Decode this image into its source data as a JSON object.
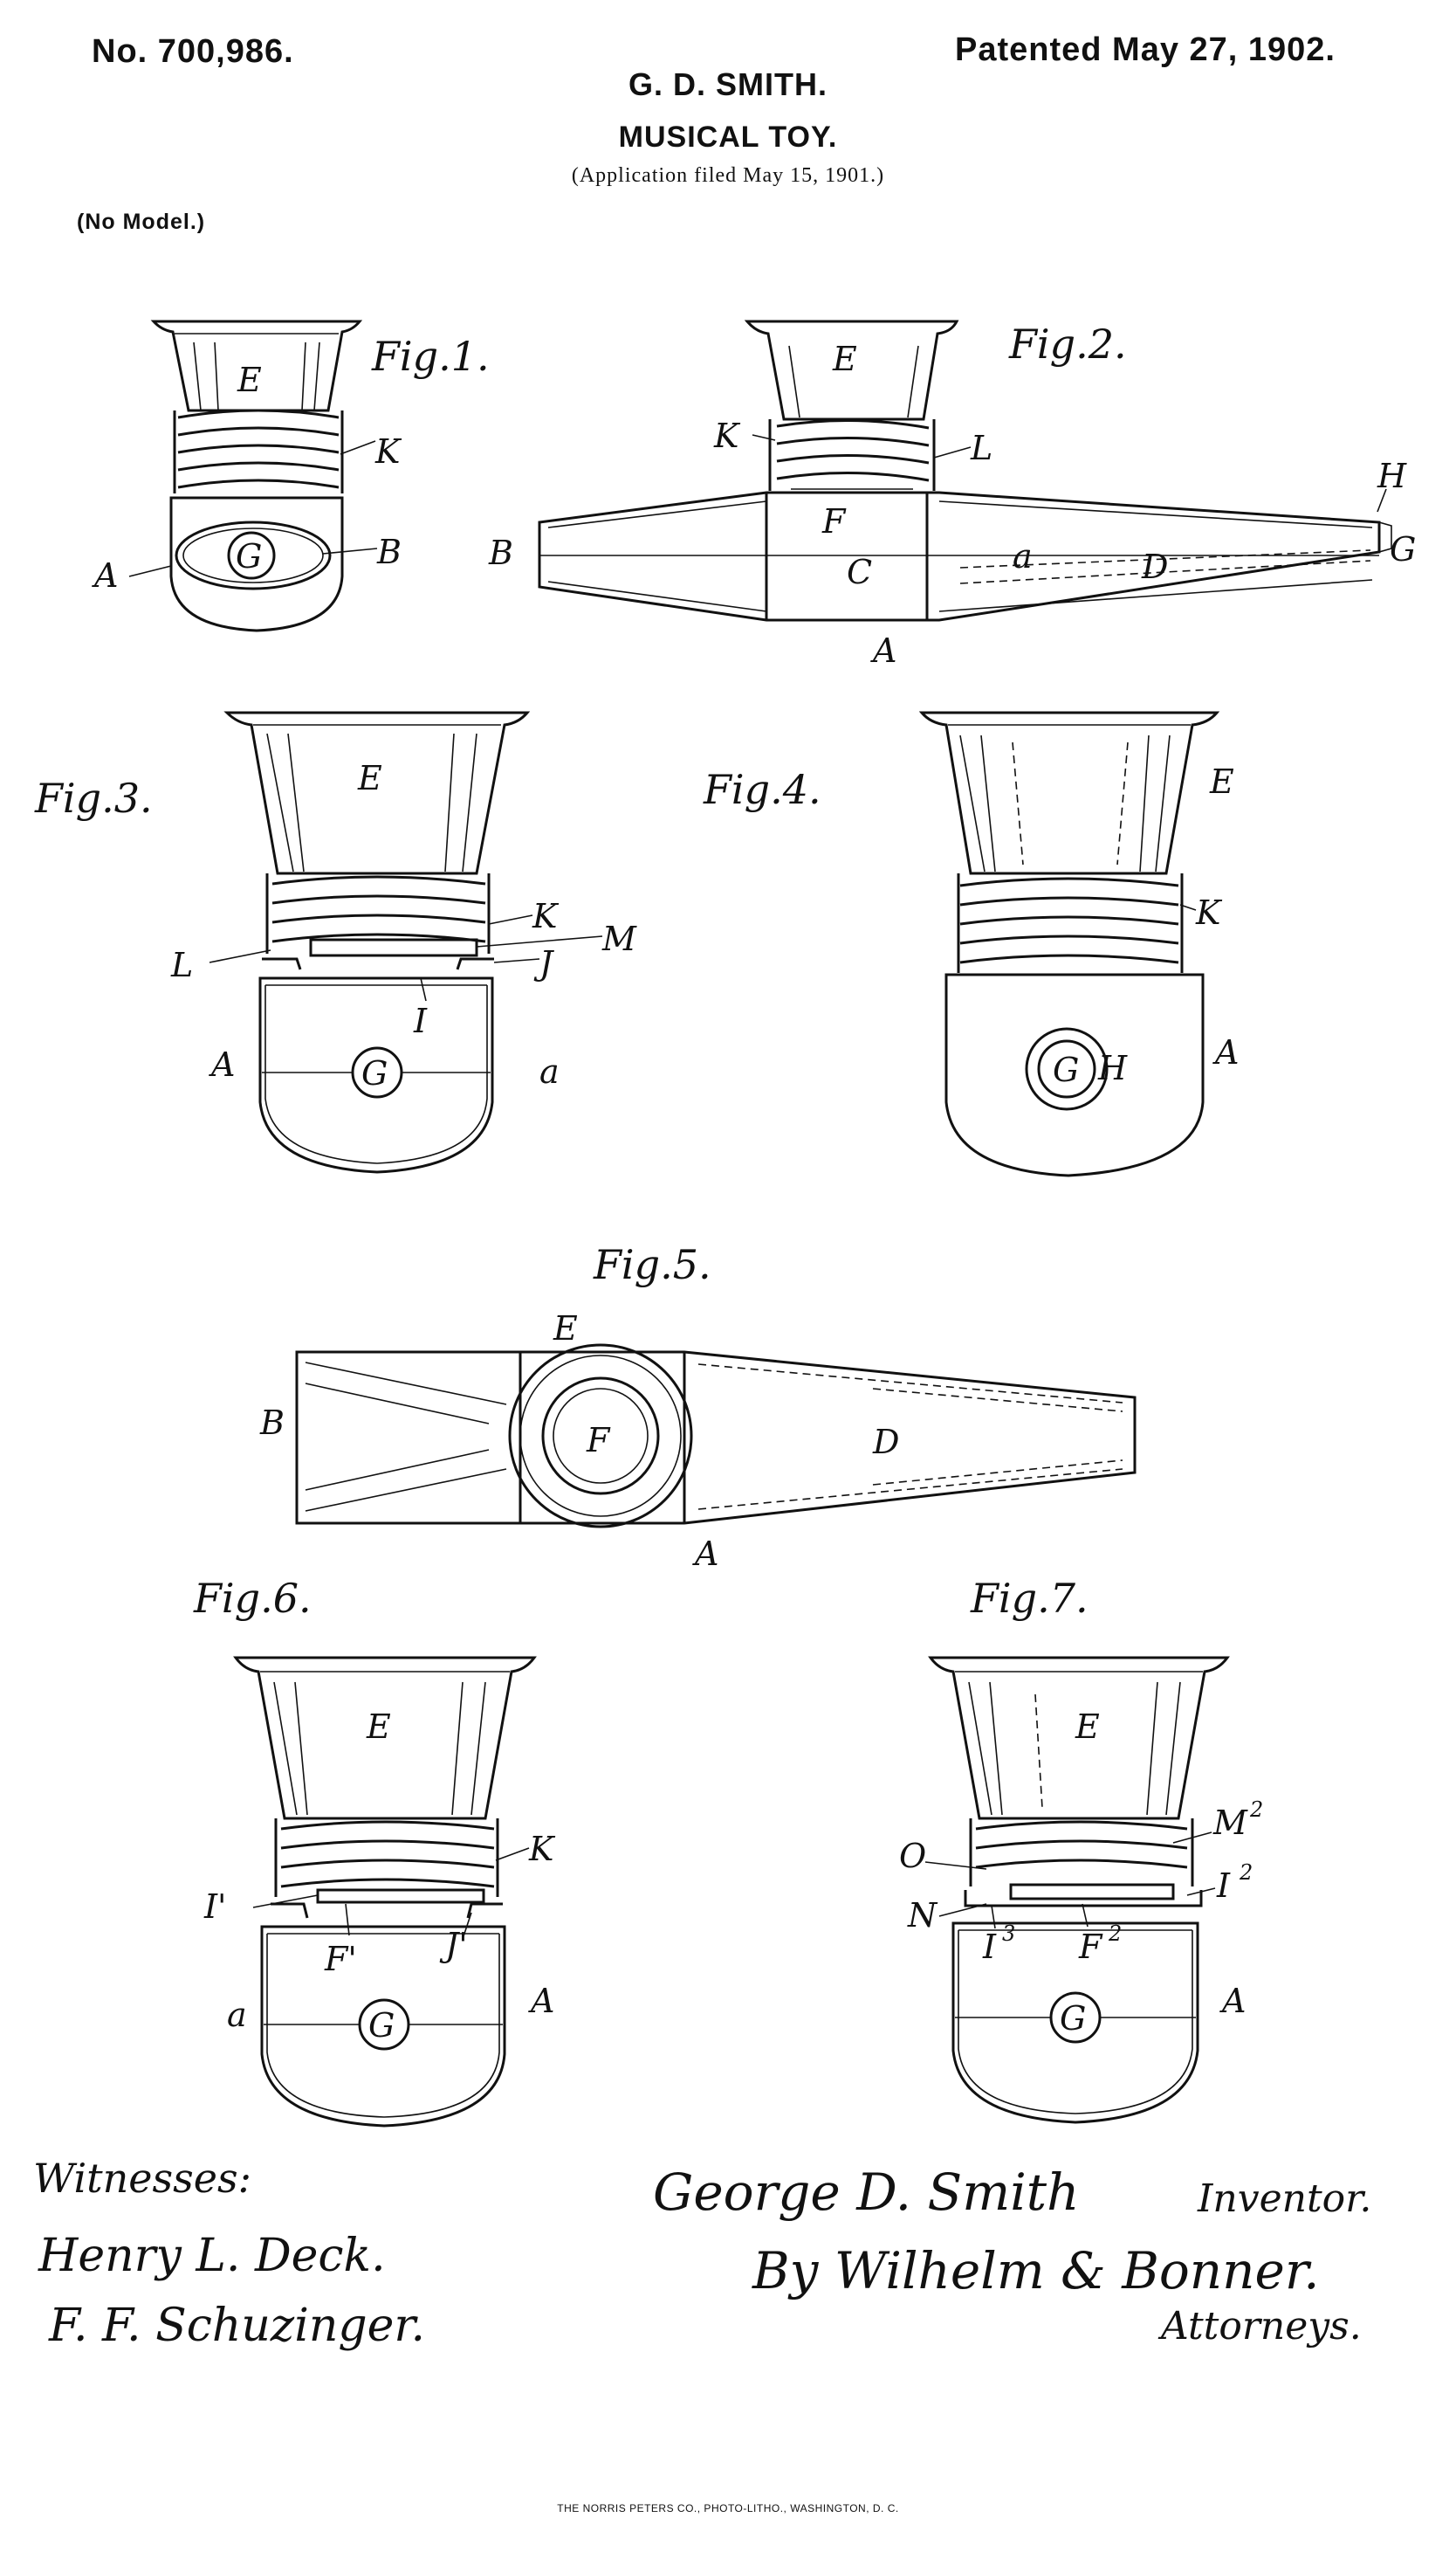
{
  "header": {
    "patent_number": "No. 700,986.",
    "patent_date": "Patented May 27, 1902.",
    "inventor": "G. D. SMITH.",
    "title": "MUSICAL TOY.",
    "application": "(Application filed May 15, 1901.)",
    "model_note": "(No Model.)"
  },
  "figures": {
    "fig1": "Fig.1.",
    "fig2": "Fig.2.",
    "fig3": "Fig.3.",
    "fig4": "Fig.4.",
    "fig5": "Fig.5.",
    "fig6": "Fig.6.",
    "fig7": "Fig.7."
  },
  "labels": {
    "A": "A",
    "B": "B",
    "C": "C",
    "D": "D",
    "E": "E",
    "F": "F",
    "G": "G",
    "H": "H",
    "I": "I",
    "J": "J",
    "K": "K",
    "L": "L",
    "M": "M",
    "N": "N",
    "O": "O",
    "a": "a",
    "I1": "I'",
    "J1": "J'",
    "F1": "F'",
    "F2": "F",
    "I2": "I",
    "I3": "I",
    "M2": "M",
    "sup2": "2",
    "sup3": "3"
  },
  "signatures": {
    "witnesses_heading": "Witnesses:",
    "witness_1": "Henry L. Deck.",
    "witness_2": "F. F. Schuzinger.",
    "inventor_signature": "George D. Smith",
    "inventor_role": "Inventor.",
    "attorney_signature": "By Wilhelm & Bonner.",
    "attorney_role": "Attorneys."
  },
  "footer": {
    "printer": "THE NORRIS PETERS CO., PHOTO-LITHO., WASHINGTON, D. C."
  }
}
